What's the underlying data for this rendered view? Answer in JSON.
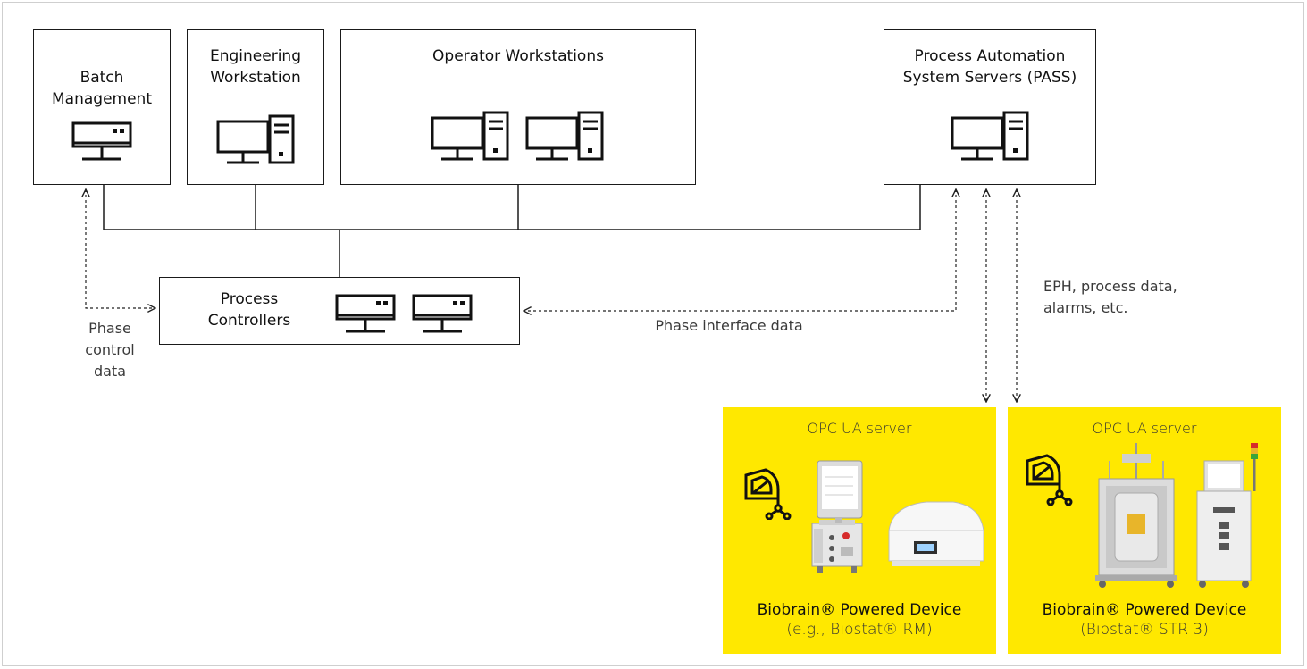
{
  "boxes": {
    "batch": {
      "line1": "Batch",
      "line2": "Management"
    },
    "engineering": {
      "line1": "Engineering",
      "line2": "Workstation"
    },
    "operator": {
      "line1": "Operator Workstations"
    },
    "pass": {
      "line1": "Process Automation",
      "line2": "System Servers (PASS)"
    },
    "controllers": {
      "line1": "Process",
      "line2": "Controllers"
    }
  },
  "labels": {
    "phase_control": [
      "Phase",
      "control",
      "data"
    ],
    "phase_interface": "Phase interface data",
    "eph": [
      "EPH, process data,",
      "alarms, etc."
    ]
  },
  "devices": [
    {
      "header": "OPC UA server",
      "brand": "Biobrain® Powered Device",
      "name": "(e.g., Biostat® RM)"
    },
    {
      "header": "OPC UA server",
      "brand": "Biobrain® Powered Device",
      "name": "(Biostat® STR 3)"
    }
  ],
  "icons": {
    "server": "server-icon",
    "workstation": "workstation-icon",
    "opc": "opc-ua-icon"
  },
  "colors": {
    "accent": "#ffe800",
    "line": "#1a1a1a"
  }
}
